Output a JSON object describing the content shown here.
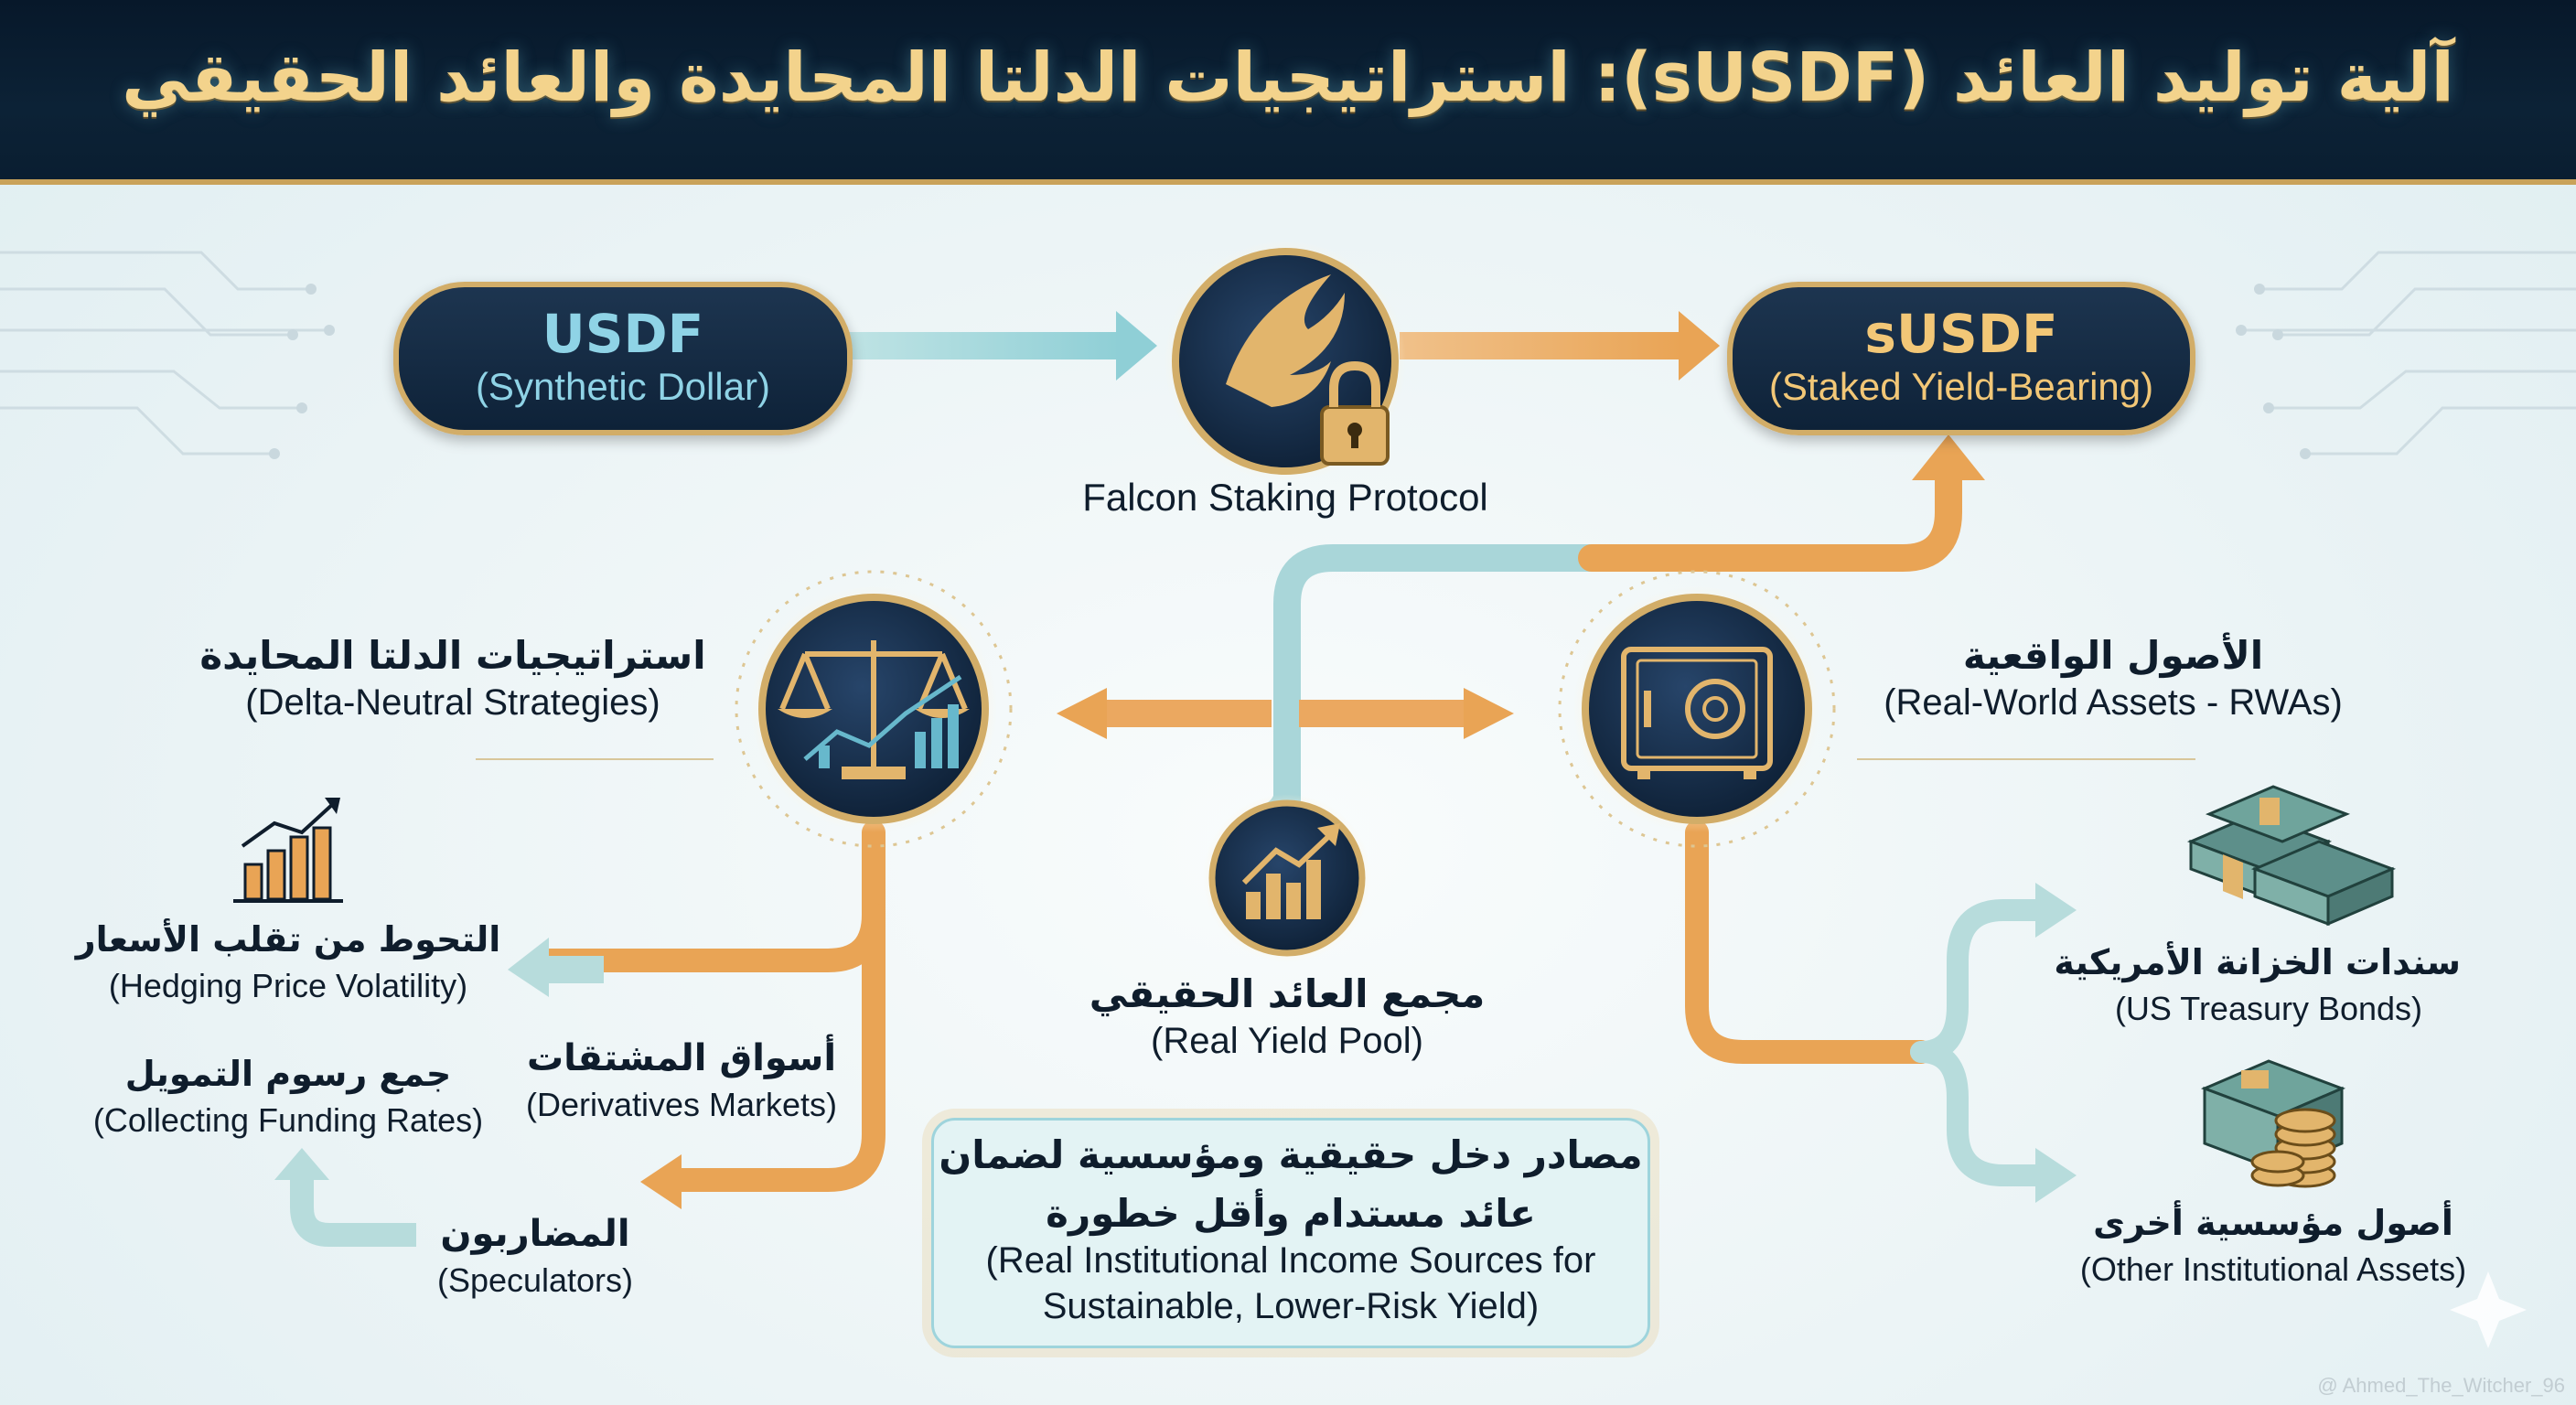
{
  "title": "آلية توليد العائد (sUSDF): استراتيجيات الدلتا المحايدة والعائد الحقيقي",
  "usdf": {
    "name": "USDF",
    "subtitle": "(Synthetic Dollar)"
  },
  "susdf": {
    "name": "sUSDF",
    "subtitle": "(Staked Yield-Bearing)"
  },
  "protocol": {
    "label": "Falcon Staking Protocol",
    "icon": "falcon-lock-icon"
  },
  "delta": {
    "label_ar": "استراتيجيات الدلتا المحايدة",
    "label_en": "(Delta-Neutral Strategies)",
    "icon": "scales-chart-icon"
  },
  "rwa": {
    "label_ar": "الأصول الواقعية",
    "label_en": "(Real-World Assets - RWAs)",
    "icon": "vault-icon"
  },
  "pool": {
    "label_ar": "مجمع العائد الحقيقي",
    "label_en": "(Real Yield Pool)",
    "icon": "growth-chart-icon"
  },
  "hedging": {
    "label_ar": "التحوط من تقلب الأسعار",
    "label_en": "(Hedging Price Volatility)",
    "icon": "bar-chart-up-icon"
  },
  "funding": {
    "label_ar": "جمع رسوم التمويل",
    "label_en": "(Collecting Funding Rates)"
  },
  "derivatives": {
    "label_ar": "أسواق المشتقات",
    "label_en": "(Derivatives Markets)"
  },
  "speculators": {
    "label_ar": "المضاربون",
    "label_en": "(Speculators)"
  },
  "treasury": {
    "label_ar": "سندات الخزانة الأمريكية",
    "label_en": "(US Treasury Bonds)",
    "icon": "cash-stacks-icon"
  },
  "other_assets": {
    "label_ar": "أصول مؤسسية أخرى",
    "label_en": "(Other Institutional Assets)",
    "icon": "cash-coins-icon"
  },
  "info_box": {
    "line1_ar": "مصادر دخل حقيقية ومؤسسية لضمان",
    "line2_ar": "عائد مستدام وأقل خطورة",
    "line1_en": "(Real Institutional Income Sources for",
    "line2_en": "Sustainable, Lower-Risk Yield)"
  },
  "watermark": "@ Ahmed_The_Witcher_96",
  "colors": {
    "navy": "#0c2236",
    "gold": "#d2ad68",
    "teal": "#8fd3e6",
    "orange": "#e9a455",
    "teal_arrow": "#a9d6d9"
  }
}
